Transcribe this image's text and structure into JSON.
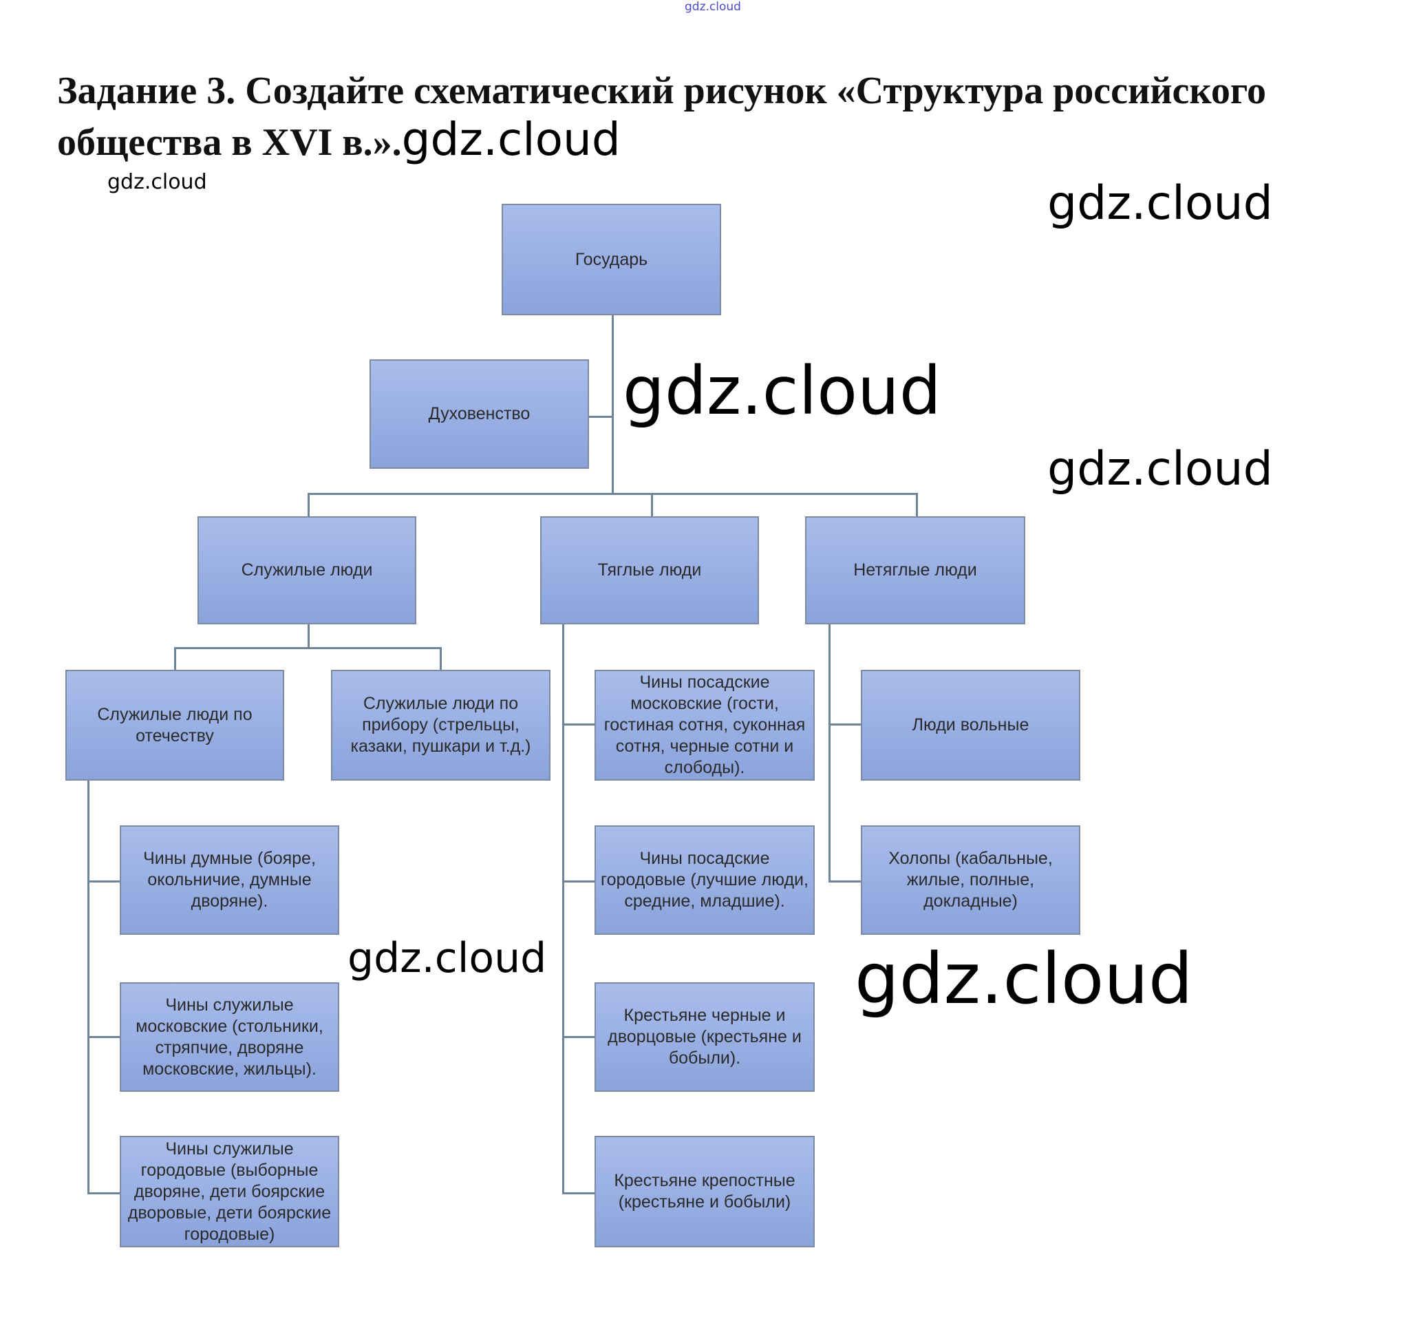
{
  "title": {
    "line1": "Задание 3. Создайте схематический рисунок «Структура российского",
    "line2": "общества в XVI в.»."
  },
  "watermarks": {
    "top": "gdz.cloud",
    "title_small": "gdz.cloud",
    "title_end": "gdz.cloud",
    "right1": "gdz.cloud",
    "right2": "gdz.cloud",
    "center": "gdz.cloud",
    "lower_left": "gdz.cloud",
    "lower_right": "gdz.cloud"
  },
  "nodes": {
    "sovereign": "Государь",
    "clergy": "Духовенство",
    "service": "Служилые люди",
    "taxed": "Тяглые люди",
    "untaxed": "Нетяглые люди",
    "service_fatherland": "Служилые люди по отечеству",
    "service_contract": "Служилые люди по прибору (стрельцы, казаки, пушкари и т.д.)",
    "posad_moscow": "Чины посадские московские (гости, гостиная сотня, суконная сотня, черные сотни и слободы).",
    "free_people": "Люди вольные",
    "duma_ranks": "Чины думные (бояре, окольничие, думные дворяне).",
    "posad_town": "Чины посадские городовые (лучшие люди, средние, младшие).",
    "serfs": "Холопы (кабальные, жилые, полные, докладные)",
    "service_moscow": "Чины служилые московские (стольники, стряпчие, дворяне московские, жильцы).",
    "peasants_black": "Крестьяне черные и дворцовые (крестьяне и бобыли).",
    "service_town": "Чины служилые городовые (выборные дворяне, дети боярские дворовые, дети боярские городовые)",
    "peasants_serf": "Крестьяне крепостные (крестьяне и бобыли)"
  }
}
